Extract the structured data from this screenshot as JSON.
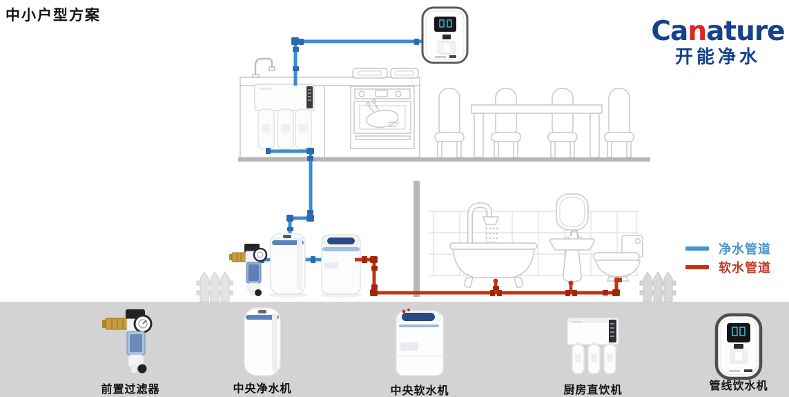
{
  "title": "中小户型方案",
  "logo": {
    "brand_part1": "Ca",
    "brand_accent": "n",
    "brand_part2": "ature",
    "subtitle": "开能净水",
    "brand_color": "#15418e",
    "accent_color": "#e5231f"
  },
  "legend": {
    "items": [
      {
        "label": "净水管道",
        "color": "#4393cd"
      },
      {
        "label": "软水管道",
        "color": "#c5330f"
      }
    ]
  },
  "products": [
    {
      "label": "前置过滤器"
    },
    {
      "label": "中央净水机"
    },
    {
      "label": "中央软水机"
    },
    {
      "label": "厨房直饮机"
    },
    {
      "label": "管线饮水机"
    }
  ],
  "diagram": {
    "pipe_clean_color": "#3d8ccd",
    "pipe_soft_color": "#c5330f",
    "outline_color": "#c5c9cc",
    "panel_color": "#d3d3d3"
  }
}
